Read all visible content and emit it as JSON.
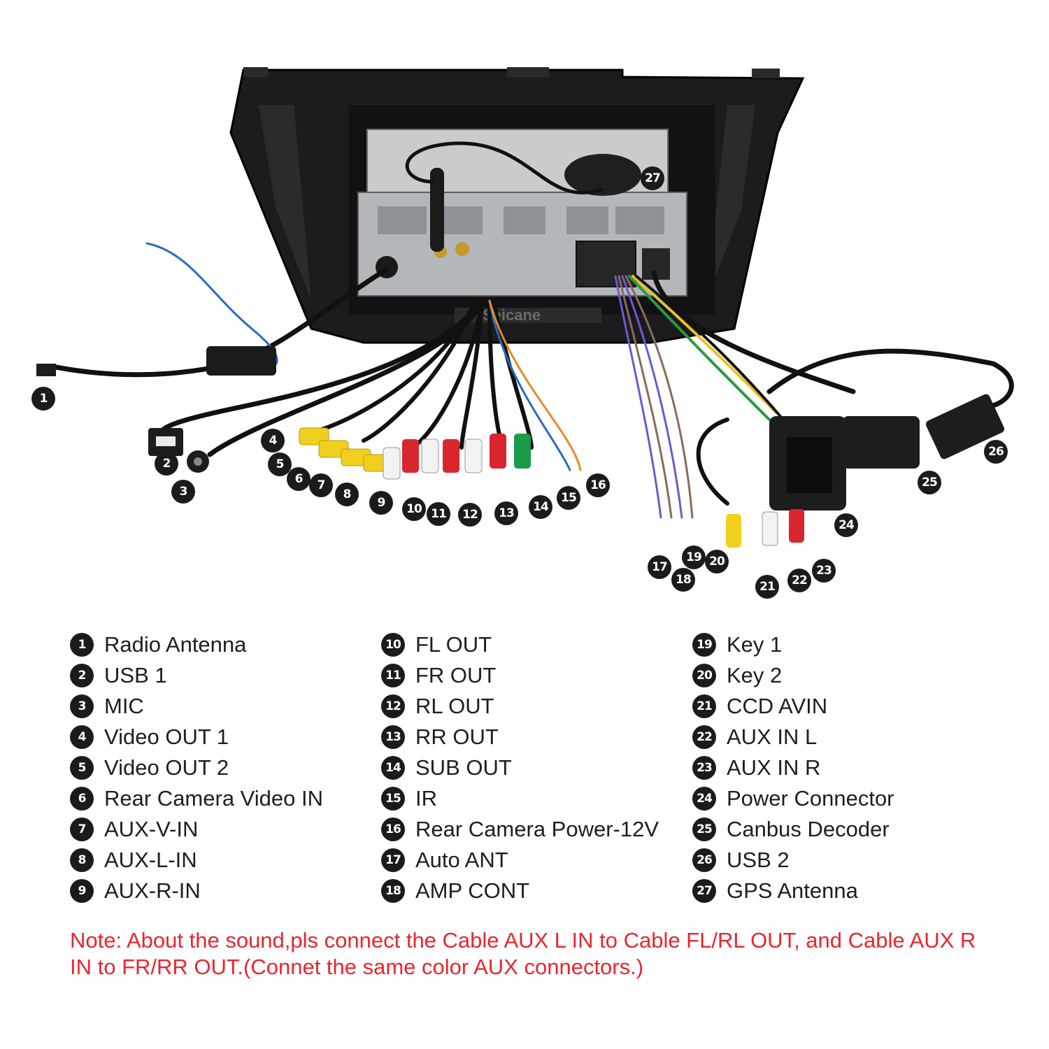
{
  "diagram": {
    "brand_watermark": "Seicane",
    "callouts": [
      "1",
      "2",
      "3",
      "4",
      "5",
      "6",
      "7",
      "8",
      "9",
      "10",
      "11",
      "12",
      "13",
      "14",
      "15",
      "16",
      "17",
      "18",
      "19",
      "20",
      "21",
      "22",
      "23",
      "24",
      "25",
      "26",
      "27"
    ]
  },
  "legend": {
    "col1": [
      {
        "num": "1",
        "label": "Radio Antenna"
      },
      {
        "num": "2",
        "label": "USB 1"
      },
      {
        "num": "3",
        "label": "MIC"
      },
      {
        "num": "4",
        "label": "Video OUT 1"
      },
      {
        "num": "5",
        "label": "Video OUT 2"
      },
      {
        "num": "6",
        "label": "Rear Camera Video IN"
      },
      {
        "num": "7",
        "label": "AUX-V-IN"
      },
      {
        "num": "8",
        "label": "AUX-L-IN"
      },
      {
        "num": "9",
        "label": "AUX-R-IN"
      }
    ],
    "col2": [
      {
        "num": "10",
        "label": "FL OUT"
      },
      {
        "num": "11",
        "label": "FR OUT"
      },
      {
        "num": "12",
        "label": "RL OUT"
      },
      {
        "num": "13",
        "label": "RR OUT"
      },
      {
        "num": "14",
        "label": "SUB OUT"
      },
      {
        "num": "15",
        "label": "IR"
      },
      {
        "num": "16",
        "label": "Rear Camera Power-12V"
      },
      {
        "num": "17",
        "label": "Auto ANT"
      },
      {
        "num": "18",
        "label": "AMP CONT"
      }
    ],
    "col3": [
      {
        "num": "19",
        "label": "Key 1"
      },
      {
        "num": "20",
        "label": "Key 2"
      },
      {
        "num": "21",
        "label": "CCD AVIN"
      },
      {
        "num": "22",
        "label": "AUX IN L"
      },
      {
        "num": "23",
        "label": "AUX IN R"
      },
      {
        "num": "24",
        "label": "Power Connector"
      },
      {
        "num": "25",
        "label": "Canbus Decoder"
      },
      {
        "num": "26",
        "label": "USB 2"
      },
      {
        "num": "27",
        "label": "GPS Antenna"
      }
    ]
  },
  "note": "Note: About the sound,pls connect the Cable AUX L IN to Cable FL/RL OUT, and Cable AUX R IN to  FR/RR OUT.(Connet the same color AUX connectors.)",
  "colors": {
    "note": "#e8262e",
    "badge": "#1b1b1b",
    "rca_yellow": "#f2cf1f",
    "rca_red": "#d9262e",
    "rca_white": "#f2f2f2",
    "rca_green": "#1a9b48"
  }
}
